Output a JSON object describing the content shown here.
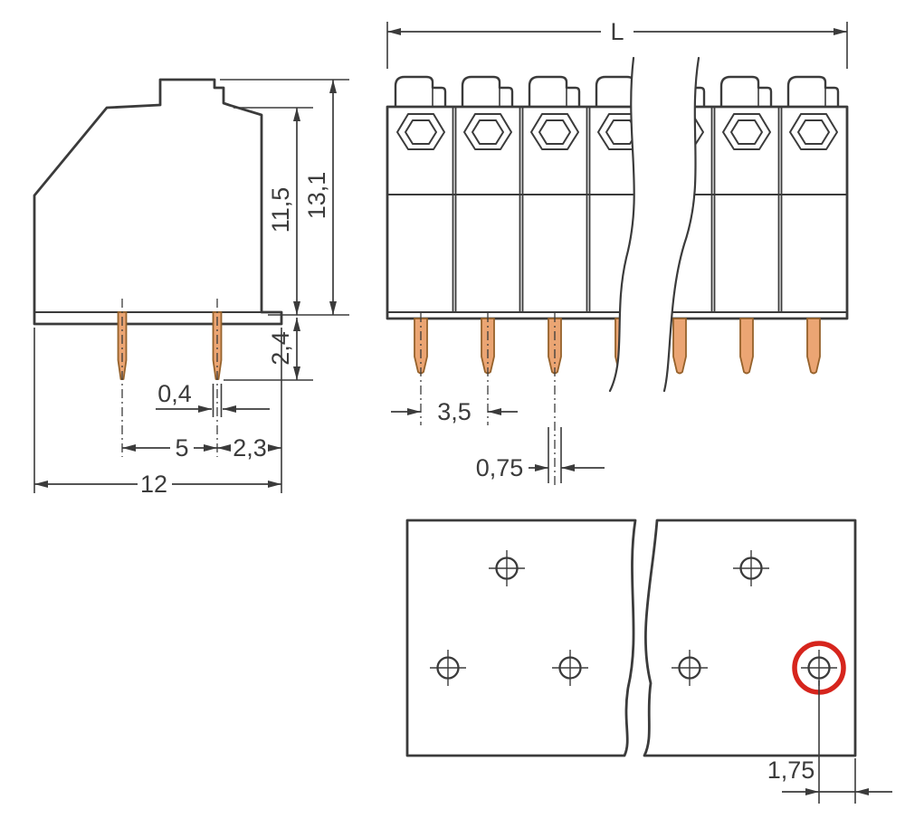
{
  "colors": {
    "line": "#3b3b3b",
    "pin_fill": "#eba573",
    "pin_stroke": "#96622b",
    "highlight": "#d6251d",
    "background": "#ffffff"
  },
  "views": {
    "side": {
      "dims": {
        "body_height": "11,5",
        "total_height": "13,1",
        "pin_length": "2,4",
        "pin_width": "0,4",
        "pin_pitch": "5",
        "pin_to_edge": "2,3",
        "overall_width": "12"
      }
    },
    "front": {
      "dims": {
        "overall_length": "L",
        "pin_spacing": "3,5",
        "pin_width": "0,75"
      }
    },
    "drill": {
      "dims": {
        "hole_to_edge": "1,75"
      }
    }
  }
}
